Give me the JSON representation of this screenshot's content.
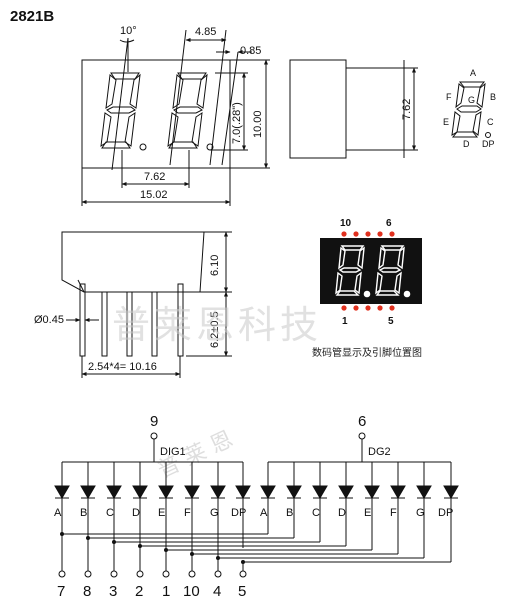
{
  "part_number": "2821B",
  "dimensions": {
    "angle": "10°",
    "seg_width": "4.85",
    "stroke": "0.85",
    "height_total": "10.00",
    "digit_height": "7.0(.28\")",
    "row_spacing_side": "7.62",
    "digit_pitch": "7.62",
    "width_total": "15.02",
    "body_height": "6.10",
    "pin_length": "6.2±0.5",
    "pin_diameter": "Ø0.45",
    "pin_pitch": "2.54*4= 10.16"
  },
  "segment_legend": [
    "A",
    "B",
    "C",
    "D",
    "E",
    "F",
    "G",
    "DP"
  ],
  "pin_layout": {
    "top_pins": [
      "10",
      "6"
    ],
    "bottom_pins": [
      "1",
      "5"
    ],
    "display_chars": "8.8.",
    "caption": "数码管显示及引脚位置图"
  },
  "circuit": {
    "common_pins": [
      {
        "pin": "9",
        "label": "DIG1"
      },
      {
        "pin": "6",
        "label": "DG2"
      }
    ],
    "segments": [
      "A",
      "B",
      "C",
      "D",
      "E",
      "F",
      "G",
      "DP"
    ],
    "segment_pins": [
      "7",
      "8",
      "3",
      "2",
      "1",
      "10",
      "4",
      "5"
    ]
  },
  "watermark": [
    "普莱恩科技",
    "普 莱 恩"
  ],
  "colors": {
    "ink": "#111111",
    "segment_red": "#e0301e",
    "display_bg": "#111111",
    "watermark": "#c9c9c9"
  }
}
